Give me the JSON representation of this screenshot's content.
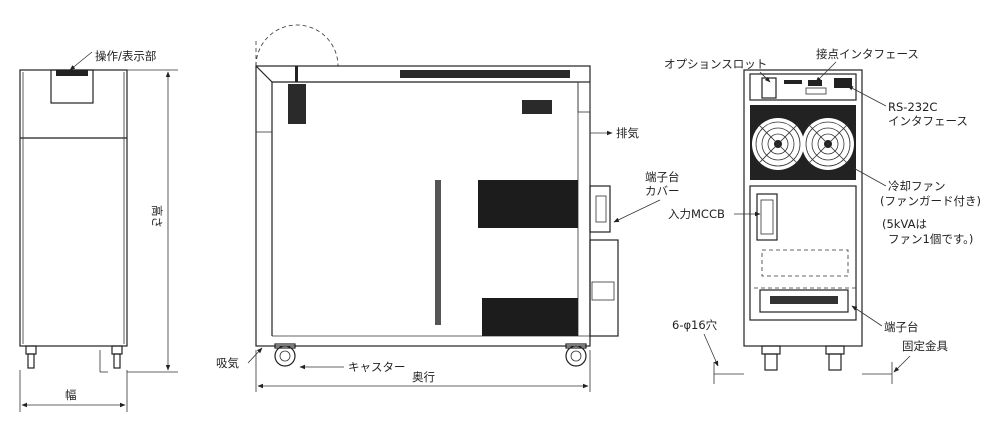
{
  "labels": {
    "front_panel": "操作/表示部",
    "height": "高さ",
    "width": "幅",
    "exhaust": "排気",
    "terminal_cover_line1": "端子台",
    "terminal_cover_line2": "カバー",
    "intake": "吸気",
    "caster": "キャスター",
    "depth": "奥行",
    "option_slot": "オプションスロット",
    "contact_interface": "接点インタフェース",
    "rs232c_line1": "RS-232C",
    "rs232c_line2": "インタフェース",
    "cooling_fan_line1": "冷却ファン",
    "cooling_fan_line2": "(ファンガード付き)",
    "fan_note_line1": "(5kVAは",
    "fan_note_line2": "ファン1個です。)",
    "input_mccb": "入力MCCB",
    "holes": "6-φ16穴",
    "terminal_block": "端子台",
    "fixing_bracket": "固定金具"
  }
}
